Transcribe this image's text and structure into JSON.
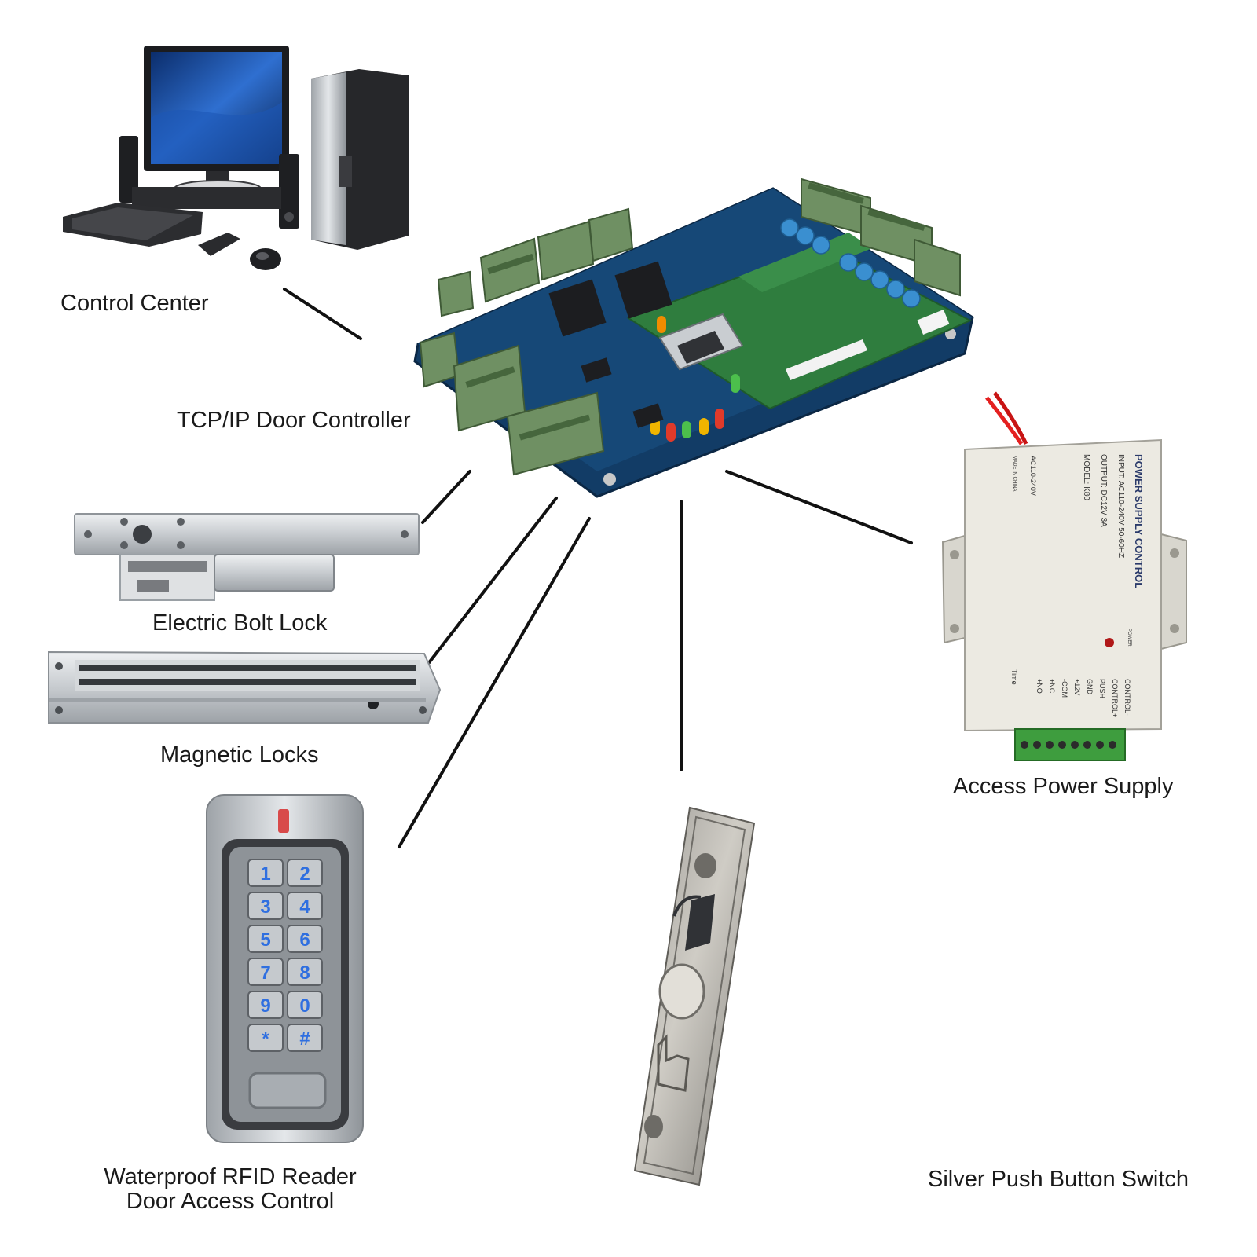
{
  "components": {
    "control_center": "Control Center",
    "door_controller": "TCP/IP Door Controller",
    "bolt_lock": "Electric Bolt Lock",
    "magnetic_locks": "Magnetic Locks",
    "rfid_reader": {
      "line1": "Waterproof RFID Reader",
      "line2": "Door Access Control"
    },
    "push_button": "Silver Push Button Switch",
    "power_supply": "Access Power Supply"
  },
  "device_text": {
    "keypad_keys": [
      "1",
      "2",
      "3",
      "4",
      "5",
      "6",
      "7",
      "8",
      "9",
      "0",
      "*",
      "#"
    ],
    "psu_title": "POWER SUPPLY CONTROL",
    "psu_input": "INPUT: AC110-240V 50-60HZ",
    "psu_output": "OUTPUT: DC12V 3A",
    "psu_model": "MODEL: K80",
    "psu_ac": "AC110-240V",
    "psu_made": "MADE IN CHINA",
    "psu_power": "POWER",
    "psu_time": "Time",
    "psu_terminals": [
      "CONTROL-",
      "CONTROL+",
      "PUSH",
      "GND",
      "+12V",
      "-COM",
      "+NC",
      "+NO"
    ]
  },
  "colors": {
    "pcb_blue": "#123c66",
    "terminal_green": "#6f9063",
    "sub_board_green": "#2f7d3e",
    "silver": "#c9cdd1",
    "keypad_blue": "#2f6fe0",
    "psu_body": "#eceae2",
    "connector_line": "#111111"
  }
}
